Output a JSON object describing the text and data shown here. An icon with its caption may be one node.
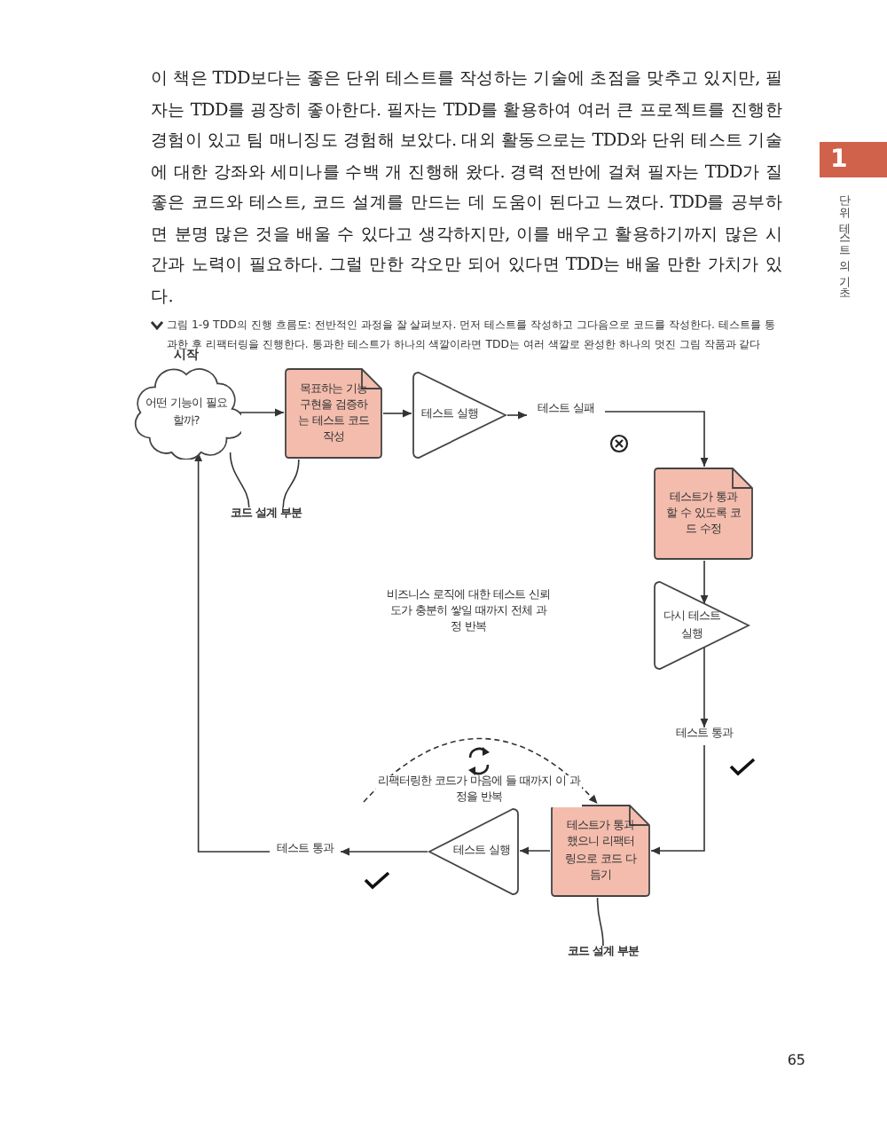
{
  "diagram": {
    "caption": "그림 1-9 TDD의 진행 흐름도: 전반적인 과정을 잘 살펴보자. 먼저 테스트를 작성하고 그다음으로 코드를 작성한다. 테스트를 통과한 후 리팩터링을 진행한다. 통과한 테스트가 하나의 색깔이라면 TDD는 여러 색깔로 완성한 하나의 멋진 그림 작품과 같다",
    "nodes": [
      {
        "text": [
          "시작",
          "어떤 기능이 필요할까?"
        ]
      },
      {
        "text": [
          "목표하는 기능 구현을 검증하는 테스트 코드 작성"
        ]
      },
      {
        "text": [
          "테스트 실행"
        ]
      },
      {
        "text": [
          "테스트 실패"
        ]
      },
      {
        "text": [
          "테스트가 통과할 수 있도록 코드 수정"
        ]
      },
      {
        "text": [
          "다시 테스트 실행"
        ]
      },
      {
        "text": [
          "테스트 통과"
        ]
      },
      {
        "text": [
          "테스트가 통과했으니 리팩터링으로 코드 다듬기"
        ]
      },
      {
        "text": [
          "테스트 실행"
        ]
      },
      {
        "text": [
          "테스트 통과"
        ]
      },
      {
        "text": [
          "코드 설계 부분"
        ]
      },
      {
        "text": [
          "코드 설계 부분"
        ]
      }
    ],
    "edges": [
      {
        "from": 0,
        "to": 1,
        "arrow": "to"
      },
      {
        "from": 1,
        "to": 2,
        "arrow": "to"
      },
      {
        "from": 2,
        "to": 3,
        "arrow": "to"
      },
      {
        "from": 3,
        "to": 4,
        "arrow": "to"
      },
      {
        "from": 4,
        "to": 5,
        "arrow": "to"
      },
      {
        "from": 5,
        "to": 6,
        "arrow": "to"
      },
      {
        "from": 6,
        "to": 7,
        "arrow": "to"
      },
      {
        "from": 7,
        "to": 8,
        "arrow": "to"
      },
      {
        "from": 8,
        "to": 9,
        "arrow": "to"
      },
      {
        "from": 9,
        "to": 0,
        "arrow": "to"
      },
      {
        "from": 10,
        "to": 0,
        "arrow": "none"
      },
      {
        "from": 10,
        "to": 1,
        "arrow": "none"
      },
      {
        "from": 11,
        "to": 7,
        "arrow": "none"
      },
      {
        "from": null,
        "to": 7,
        "arrow": "to",
        "style": "dashed",
        "label": "리팩터링한 코드가 마음에 들 때까지 이 과정을 반복"
      }
    ],
    "labels": [
      "이 책은 TDD보다는 좋은 단위 테스트를 작성하는 기술에 초점을 맞추고 있지만, 필자는 TDD를 굉장히 좋아한다. 필자는 TDD를 활용하여 여러 큰 프로젝트를 진행한 경험이 있고 팀 매니징도 경험해 보았다. 대외 활동으로는 TDD와 단위 테스트 기술에 대한 강좌와 세미나를 수백 개 진행해 왔다. 경력 전반에 걸쳐 필자는 TDD가 질 좋은 코드와 테스트, 코드 설계를 만드는 데 도움이 된다고 느꼈다. TDD를 공부하면 분명 많은 것을 배울 수 있다고 생각하지만, 이를 배우고 활용하기까지 많은 시간과 노력이 필요하다. 그럴 만한 각오만 되어 있다면 TDD는 배울 만한 가치가 있다.",
      "1",
      "단위 테스트의 기초",
      "비즈니스 로직에 대한 테스트 신뢰도가 충분히 쌓일 때까지 전체 과정 반복",
      "65"
    ]
  }
}
